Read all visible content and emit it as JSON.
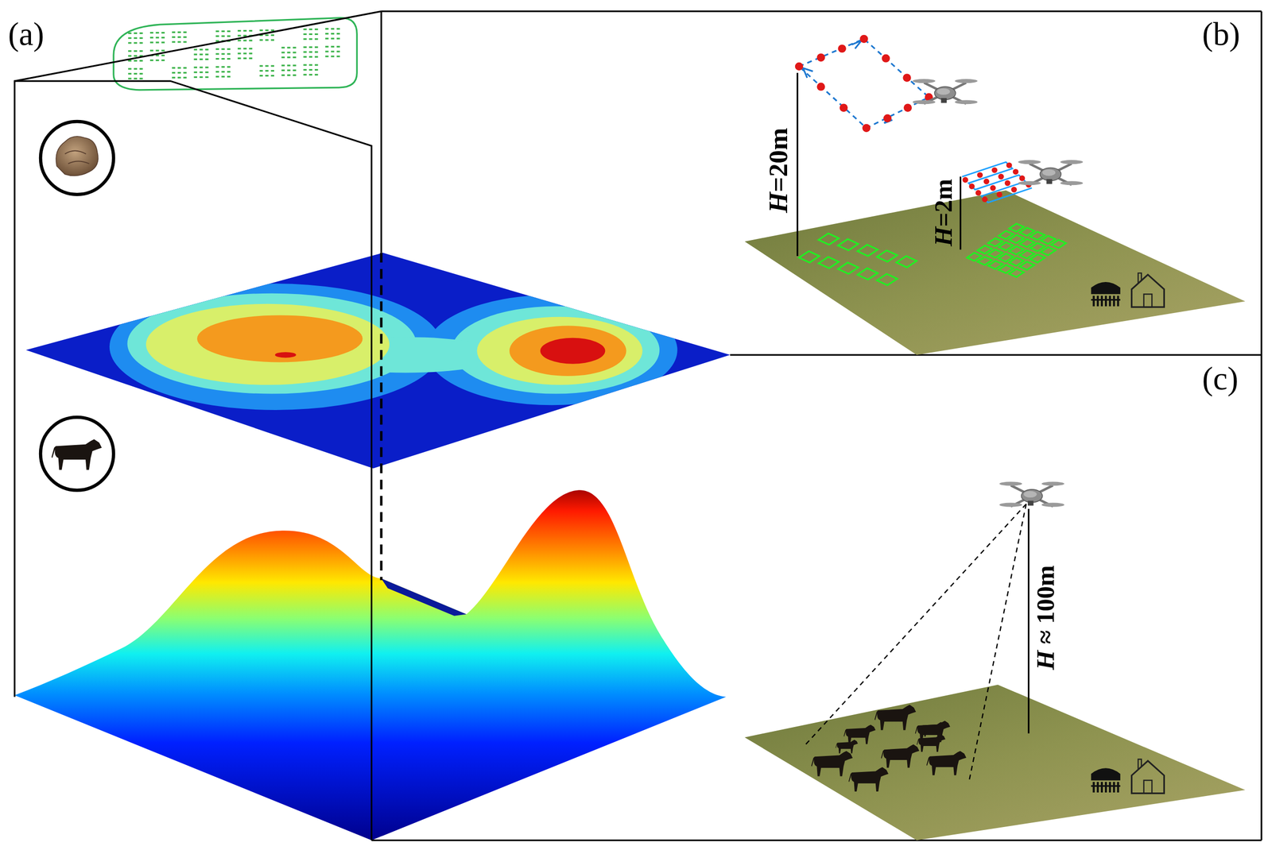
{
  "diagram": {
    "labels": [
      "(a)",
      "(b)",
      "(c)",
      "H=20m",
      "H=2m",
      "H ≈ 100m"
    ]
  }
}
